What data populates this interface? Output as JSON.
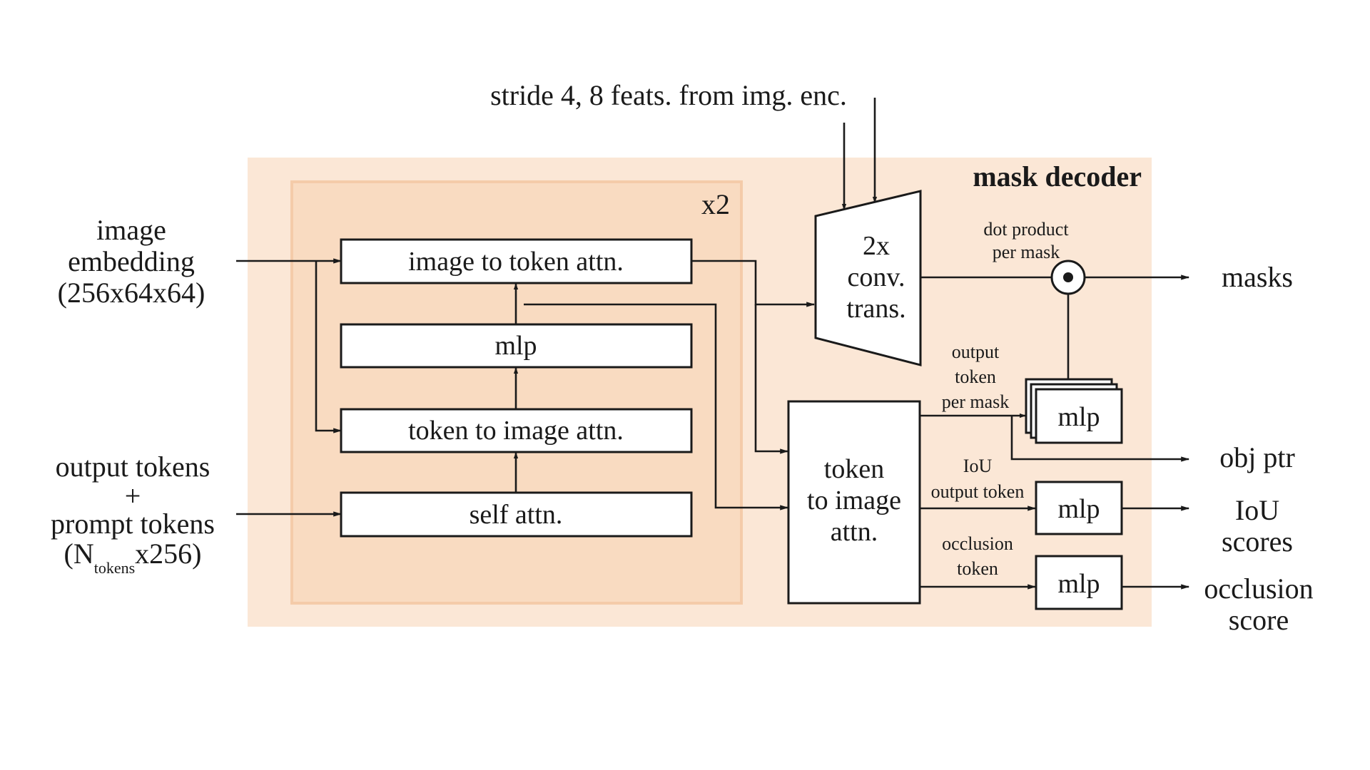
{
  "diagram": {
    "title": "mask decoder",
    "repeat_label": "x2",
    "top_input": "stride 4, 8 feats. from img. enc.",
    "inputs": {
      "image_embedding": [
        "image",
        "embedding",
        "(256x64x64)"
      ],
      "tokens": {
        "line1": "output tokens",
        "line2": "+",
        "line3": "prompt tokens",
        "line4_prefix": "(N",
        "line4_sub": "tokens",
        "line4_suffix": "x256)"
      }
    },
    "blocks": {
      "image_to_token_attn": "image to token attn.",
      "mlp": "mlp",
      "token_to_image_attn": "token to image attn.",
      "self_attn": "self attn.",
      "conv_trans": [
        "2x",
        "conv.",
        "trans."
      ],
      "final_token_to_image_attn": [
        "token",
        "to image",
        "attn."
      ],
      "mask_mlp": "mlp",
      "iou_mlp": "mlp",
      "occlusion_mlp": "mlp"
    },
    "edge_labels": {
      "dot_product": [
        "dot product",
        "per mask"
      ],
      "output_token_per_mask": [
        "output",
        "token",
        "per mask"
      ],
      "iou_output_token": [
        "IoU",
        "output token"
      ],
      "occlusion_token": [
        "occlusion",
        "token"
      ]
    },
    "outputs": {
      "masks": [
        "masks"
      ],
      "obj_ptr": [
        "obj ptr"
      ],
      "iou_scores": [
        "IoU",
        "scores"
      ],
      "occlusion_score": [
        "occlusion",
        "score"
      ]
    },
    "colors": {
      "outer_fill": "#fbe7d6",
      "inner_fill": "#f9dbc1",
      "inner_border": "#f4cba9",
      "stroke": "#1a1a1a"
    }
  }
}
